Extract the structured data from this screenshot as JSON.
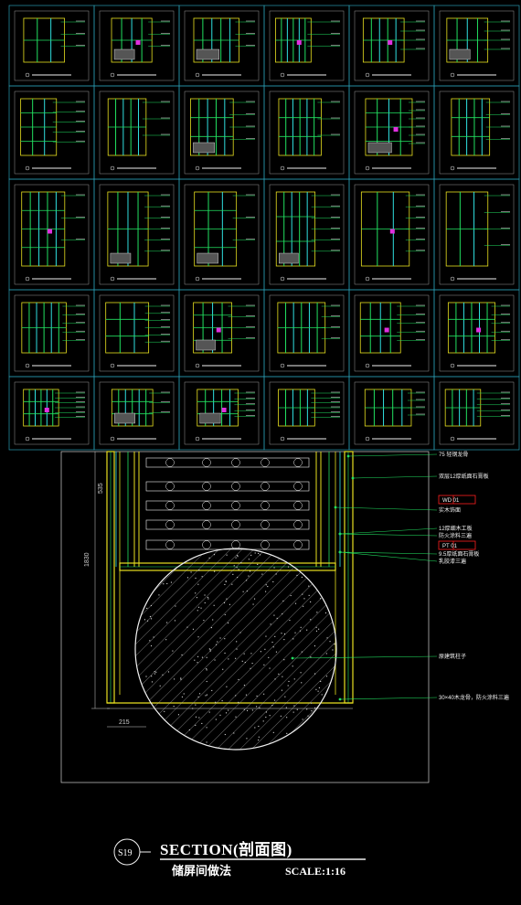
{
  "sheet": {
    "drawing_code": "S19",
    "title": "SECTION(剖面图)",
    "subtitle": "储屏间做法",
    "scale": "SCALE:1:16"
  },
  "dimensions": {
    "height": "1830",
    "width": "215",
    "upper": "535"
  },
  "annotations": [
    {
      "text": "75 轻钢龙骨",
      "boxed": false
    },
    {
      "text": "双层12厚纸面石膏板",
      "boxed": false
    },
    {
      "text": "WD  01",
      "boxed": true
    },
    {
      "text": "实木饰面",
      "boxed": false
    },
    {
      "text": "12厚细木工板",
      "boxed": false
    },
    {
      "text": "防火涂料三遍",
      "boxed": false
    },
    {
      "text": "PT  01",
      "boxed": true
    },
    {
      "text": "9.5厚纸面石膏板",
      "boxed": false
    },
    {
      "text": "乳胶漆三遍",
      "boxed": false
    },
    {
      "text": "原建筑柱子",
      "boxed": false
    },
    {
      "text": "30×40木龙骨，防火涂料三遍",
      "boxed": false
    }
  ],
  "colors": {
    "background": "#000000",
    "frame": "#2a9ab0",
    "green": "#22e060",
    "yellow": "#e8e020",
    "cyan": "#30e0e0",
    "magenta": "#e030e0",
    "red": "#ff2020",
    "white": "#f0f0f0"
  },
  "thumbnail_grid": {
    "rows": 5,
    "cols": 6,
    "last_row_filled": 5
  }
}
